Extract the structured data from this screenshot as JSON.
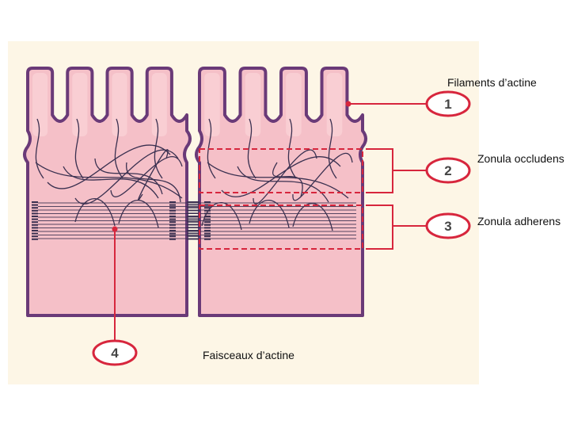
{
  "colors": {
    "panel": "#fdf6e6",
    "cell_fill": "#f5c0c8",
    "cell_outline": "#6a3a78",
    "filament": "#3a3050",
    "accent_red": "#d7263d"
  },
  "callouts": [
    {
      "number": "1",
      "text": "Filaments d’actine"
    },
    {
      "number": "2",
      "text": "Zonula occludens"
    },
    {
      "number": "3",
      "text": "Zonula adherens"
    },
    {
      "number": "4",
      "text": "Faisceaux d’actine"
    }
  ]
}
